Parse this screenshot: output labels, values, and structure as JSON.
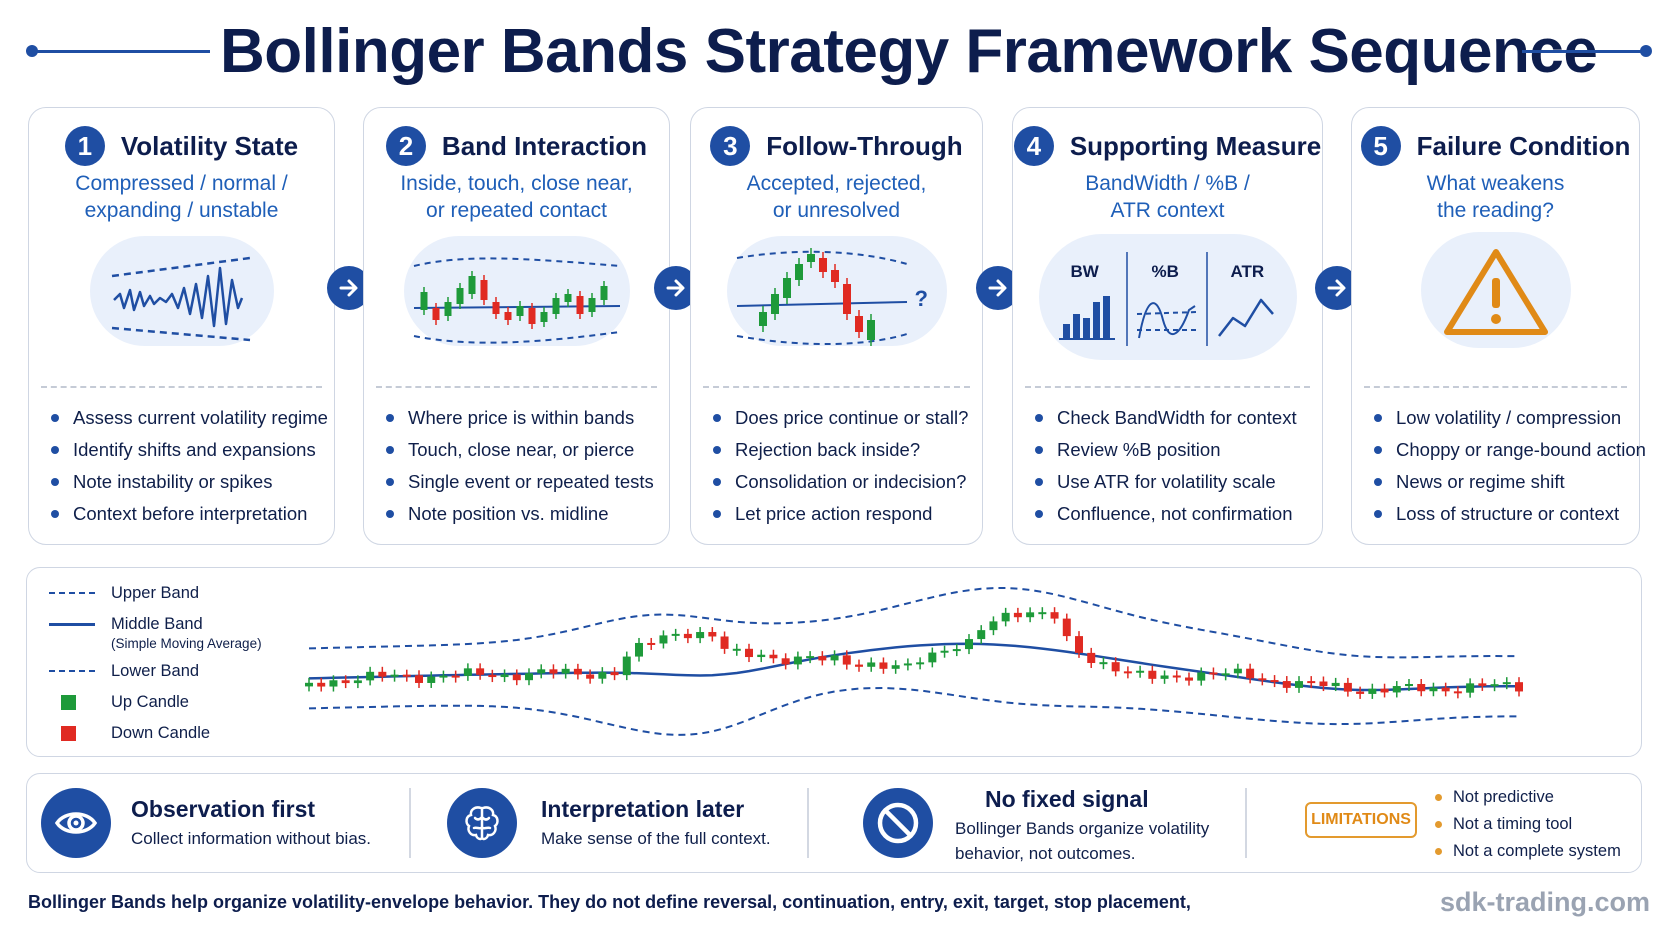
{
  "title": "Bollinger Bands Strategy Framework Sequence",
  "steps": [
    {
      "number": "1",
      "title": "Volatility State",
      "subtitle": [
        "Compressed / normal /",
        "expanding / unstable"
      ],
      "bullets": [
        "Assess current volatility regime",
        "Identify shifts and expansions",
        "Note instability or spikes",
        "Context before interpretation"
      ]
    },
    {
      "number": "2",
      "title": "Band Interaction",
      "subtitle": [
        "Inside, touch, close near,",
        "or repeated contact"
      ],
      "bullets": [
        "Where price is within bands",
        "Touch, close near, or pierce",
        "Single event or repeated tests",
        "Note position vs. midline"
      ]
    },
    {
      "number": "3",
      "title": "Follow-Through",
      "subtitle": [
        "Accepted, rejected,",
        "or unresolved"
      ],
      "question_mark": "?",
      "bullets": [
        "Does price continue or stall?",
        "Rejection back inside?",
        "Consolidation or indecision?",
        "Let price action respond"
      ]
    },
    {
      "number": "4",
      "title": "Supporting Measure",
      "subtitle": [
        "BandWidth / %B /",
        "ATR context"
      ],
      "measures": [
        "BW",
        "%B",
        "ATR"
      ],
      "bullets": [
        "Check BandWidth for context",
        "Review %B position",
        "Use ATR for volatility scale",
        "Confluence, not confirmation"
      ]
    },
    {
      "number": "5",
      "title": "Failure Condition",
      "subtitle": [
        "What weakens",
        "the reading?"
      ],
      "bullets": [
        "Low volatility / compression",
        "Choppy or range-bound action",
        "News or regime shift",
        "Loss of structure or context"
      ]
    }
  ],
  "legend": {
    "upper": "Upper Band",
    "middle": "Middle Band",
    "middle_note": "(Simple Moving Average)",
    "lower": "Lower Band",
    "up": "Up Candle",
    "down": "Down Candle"
  },
  "colors": {
    "primary": "#1f4ea3",
    "up_candle": "#1e9a3a",
    "down_candle": "#e02a22",
    "accent": "#e39a2e",
    "warning": "#e08a17"
  },
  "bottom": {
    "items": [
      {
        "title": "Observation first",
        "text": [
          "Collect information without bias."
        ],
        "icon": "eye-icon"
      },
      {
        "title": "Interpretation later",
        "text": [
          "Make sense of the full context."
        ],
        "icon": "brain-icon"
      },
      {
        "title": "No fixed signal",
        "text": [
          "Bollinger Bands organize volatility",
          "behavior, not outcomes."
        ],
        "icon": "prohibited-icon"
      }
    ],
    "limitations_label": "LIMITATIONS",
    "limitations": [
      "Not predictive",
      "Not a timing tool",
      "Not a complete system"
    ]
  },
  "footer": {
    "note": "Bollinger Bands help organize volatility-envelope behavior. They do not define reversal, continuation, entry, exit, target, stop placement,",
    "site": "sdk-trading.com"
  }
}
